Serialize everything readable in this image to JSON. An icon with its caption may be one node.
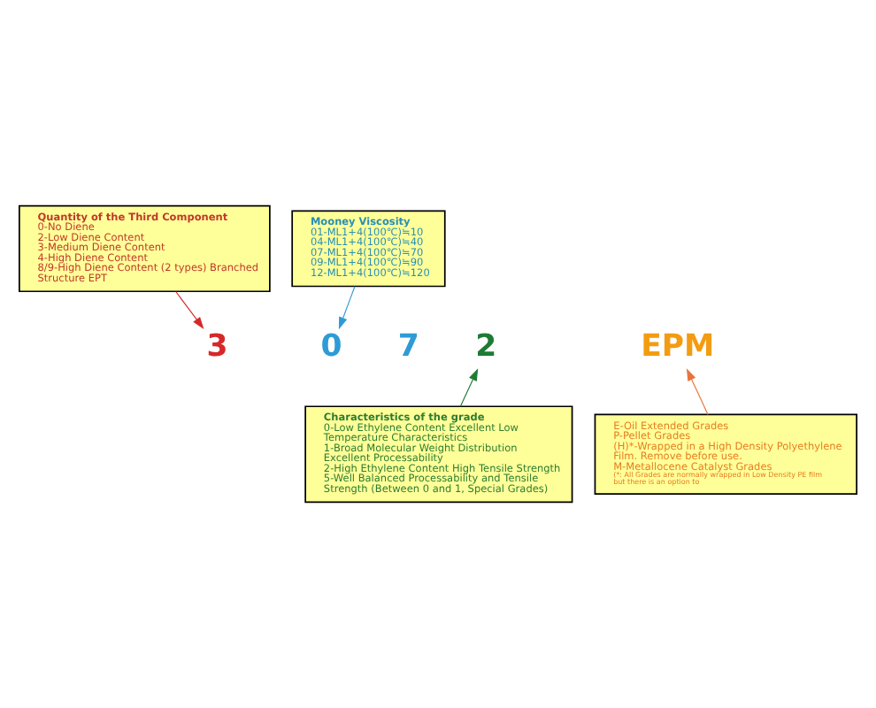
{
  "diagram": {
    "nodes": [
      {
        "text": [
          "Quantity of the Third Component",
          "0-No Diene",
          "2-Low Diene Content",
          "3-Medium Diene Content",
          "4-High Diene Content",
          "8/9-High Diene Content (2 types) Branched Structure EPT"
        ]
      },
      {
        "text": [
          "Mooney Viscosity",
          "01-ML1+4(100℃)≒10",
          "04-ML1+4(100℃)≒40",
          "07-ML1+4(100℃)≒70",
          "09-ML1+4(100℃)≒90",
          "12-ML1+4(100℃)≒120"
        ]
      },
      {
        "text": [
          "3"
        ]
      },
      {
        "text": [
          "0"
        ]
      },
      {
        "text": [
          "7"
        ]
      },
      {
        "text": [
          "2"
        ]
      },
      {
        "text": [
          "EPM"
        ]
      },
      {
        "text": [
          "Characteristics of the grade",
          "0-Low Ethylene Content Excellent Low Temperature Characteristics",
          "1-Broad Molecular Weight Distribution Excellent Processability",
          "2-High Ethylene Content High Tensile Strength",
          "5-Well Balanced Processability and Tensile Strength (Between 0 and 1, Special Grades)"
        ]
      },
      {
        "text": [
          "E-Oil Extended Grades",
          "P-Pellet Grades",
          "(H)*-Wrapped in a High Density Polyethylene Film. Remove before use.",
          "M-Metallocene Catalyst Grades",
          "(*: All Grades are normally wrapped in Low Density PE film but there is an option to"
        ]
      }
    ],
    "edges": [
      {
        "from": 0,
        "to": 2,
        "arrow": "to",
        "color": "#d62828"
      },
      {
        "from": 1,
        "to": 3,
        "arrow": "to",
        "color": "#2e9bd6"
      },
      {
        "from": 7,
        "to": 5,
        "arrow": "to",
        "color": "#1e7b34"
      },
      {
        "from": 8,
        "to": 6,
        "arrow": "to",
        "color": "#e8743b"
      }
    ]
  }
}
